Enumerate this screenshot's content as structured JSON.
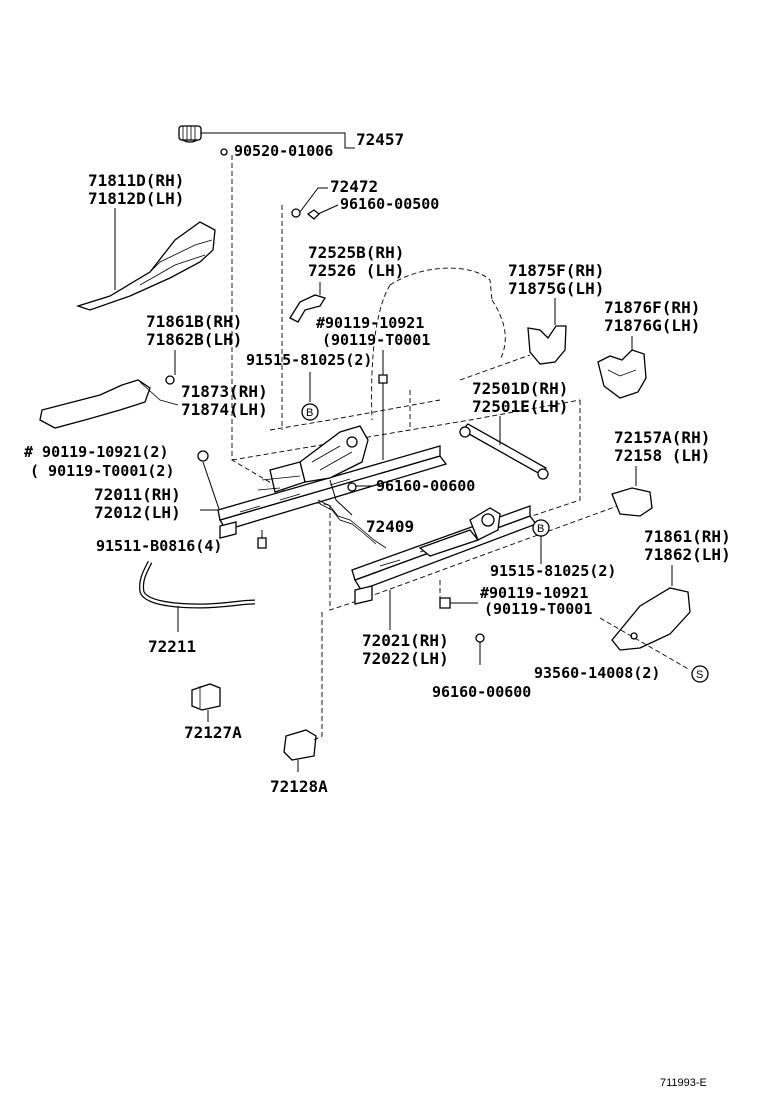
{
  "diagram": {
    "labels": {
      "p72457": "72457",
      "p90520": "90520-01006",
      "p72472": "72472",
      "p96160a": "96160-00500",
      "p71811": "71811D(RH)",
      "p71812": "71812D(LH)",
      "p72525": "72525B(RH)",
      "p72526": "72526 (LH)",
      "p71875f": "71875F(RH)",
      "p71875g": "71875G(LH)",
      "p71876f": "71876F(RH)",
      "p71876g": "71876G(LH)",
      "p71861b": "71861B(RH)",
      "p71862b": "71862B(LH)",
      "p90119a": "#90119-10921",
      "p90119b": "(90119-T0001",
      "p91515a": "91515-81025(2)",
      "p71873": "71873(RH)",
      "p71874": "71874(LH)",
      "p72501d": "72501D(RH)",
      "p72501e": "72501E(LH)",
      "p90119c": "# 90119-10921(2)",
      "p90119d": "( 90119-T0001(2)",
      "p72157": "72157A(RH)",
      "p72158": "72158  (LH)",
      "p72011": "72011(RH)",
      "p72012": "72012(LH)",
      "p96160b": "96160-00600",
      "p72409": "72409",
      "p71861": "71861(RH)",
      "p71862": "71862(LH)",
      "p91511": "91511-B0816(4)",
      "p91515b": "91515-81025(2)",
      "p90119e": "#90119-10921",
      "p90119f": "(90119-T0001",
      "p72211": "72211",
      "p72021": "72021(RH)",
      "p72022": "72022(LH)",
      "p93560": "93560-14008(2)",
      "p96160c": "96160-00600",
      "p72127": "72127A",
      "p72128": "72128A",
      "markerB": "B",
      "markerS": "S"
    },
    "footer_code": "711993-E"
  }
}
